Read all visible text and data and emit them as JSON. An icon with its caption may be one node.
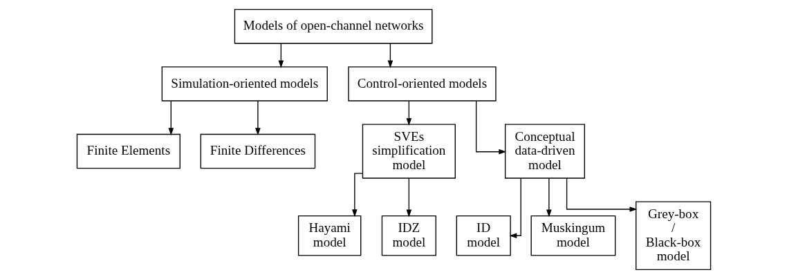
{
  "diagram": {
    "nodes": [
      {
        "text": [
          "Models of open-channel networks"
        ]
      },
      {
        "text": [
          "Simulation-oriented models"
        ]
      },
      {
        "text": [
          "Control-oriented models"
        ]
      },
      {
        "text": [
          "Finite Elements"
        ]
      },
      {
        "text": [
          "Finite Differences"
        ]
      },
      {
        "text": [
          "SVEs simplification model"
        ]
      },
      {
        "text": [
          "Conceptual data-driven model"
        ]
      },
      {
        "text": [
          "Hayami model"
        ]
      },
      {
        "text": [
          "IDZ model"
        ]
      },
      {
        "text": [
          "ID model"
        ]
      },
      {
        "text": [
          "Muskingum model"
        ]
      },
      {
        "text": [
          "Grey-box / Black-box model"
        ]
      }
    ],
    "edges": [
      {
        "from": 0,
        "to": 1,
        "arrow": "to"
      },
      {
        "from": 0,
        "to": 2,
        "arrow": "to"
      },
      {
        "from": 1,
        "to": 3,
        "arrow": "to"
      },
      {
        "from": 1,
        "to": 4,
        "arrow": "to"
      },
      {
        "from": 2,
        "to": 5,
        "arrow": "to"
      },
      {
        "from": 2,
        "to": 6,
        "arrow": "to"
      },
      {
        "from": 5,
        "to": 7,
        "arrow": "to"
      },
      {
        "from": 5,
        "to": 8,
        "arrow": "to"
      },
      {
        "from": 6,
        "to": 9,
        "arrow": "to"
      },
      {
        "from": 6,
        "to": 10,
        "arrow": "to"
      },
      {
        "from": 6,
        "to": 11,
        "arrow": "to"
      }
    ]
  }
}
